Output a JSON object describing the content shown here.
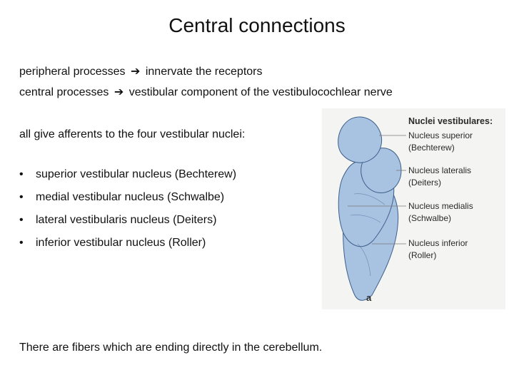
{
  "title": "Central connections",
  "lines": [
    {
      "lead": "peripheral processes",
      "arrow": "➔",
      "rest": "innervate the receptors"
    },
    {
      "lead": "central processes",
      "arrow": "➔",
      "rest": "vestibular component of the vestibulocochlear nerve"
    }
  ],
  "intro": "all give afferents to the four vestibular nuclei:",
  "bullet_symbol": "•",
  "nuclei": [
    "superior vestibular nucleus (Bechterew)",
    "medial vestibular nucleus (Schwalbe)",
    "lateral vestibularis nucleus (Deiters)",
    "inferior vestibular nucleus (Roller)"
  ],
  "footer": "There are fibers which are ending directly in the cerebellum.",
  "figure": {
    "heading": "Nuclei vestibulares:",
    "labels": [
      {
        "name": "Nucleus superior",
        "eponym": "(Bechterew)"
      },
      {
        "name": "Nucleus lateralis",
        "eponym": "(Deiters)"
      },
      {
        "name": "Nucleus medialis",
        "eponym": "(Schwalbe)"
      },
      {
        "name": "Nucleus inferior",
        "eponym": "(Roller)"
      }
    ],
    "panel_letter": "a",
    "colors": {
      "fill": "#a8c2e2",
      "stroke": "#3d5f8a",
      "leader": "#7a7a7a",
      "background": "#f4f4f2"
    }
  }
}
